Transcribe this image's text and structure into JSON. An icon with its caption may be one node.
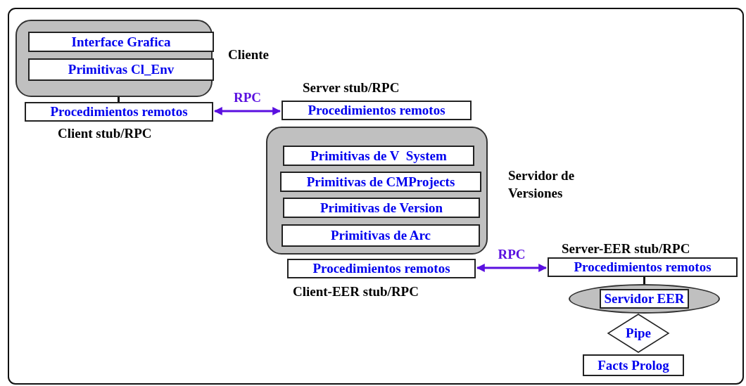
{
  "diagram": {
    "nodes": [
      {
        "text": [
          "Cliente"
        ]
      },
      {
        "text": [
          "Interface Grafica"
        ],
        "in": 0
      },
      {
        "text": [
          "Primitivas Cl_Env"
        ],
        "in": 0
      },
      {
        "text": [
          "Procedimientos remotos"
        ],
        "beside": [
          "Client stub/RPC"
        ]
      },
      {
        "text": [
          "Procedimientos remotos"
        ],
        "beside": [
          "Server stub/RPC"
        ]
      },
      {
        "text": [
          "Servidor de Versiones"
        ]
      },
      {
        "text": [
          "Primitivas de V  System"
        ],
        "in": 5
      },
      {
        "text": [
          "Primitivas de CMProjects"
        ],
        "in": 5
      },
      {
        "text": [
          "Primitivas de Version"
        ],
        "in": 5
      },
      {
        "text": [
          "Primitivas de Arc"
        ],
        "in": 5
      },
      {
        "text": [
          "Procedimientos remotos"
        ],
        "beside": [
          "Client-EER stub/RPC"
        ]
      },
      {
        "text": [
          "Procedimientos remotos"
        ],
        "beside": [
          "Server-EER stub/RPC"
        ]
      },
      {
        "text": [
          "Servidor EER"
        ]
      },
      {
        "text": [
          "Pipe"
        ]
      },
      {
        "text": [
          "Facts Prolog"
        ]
      }
    ],
    "edges": [
      {
        "from": 0,
        "to": 3,
        "arrow": "none"
      },
      {
        "from": 3,
        "to": 4,
        "arrow": "both",
        "label": "RPC",
        "color": "#5a10e0"
      },
      {
        "from": 10,
        "to": 11,
        "arrow": "both",
        "label": "RPC",
        "color": "#5a10e0"
      },
      {
        "from": 11,
        "to": 12,
        "arrow": "none"
      }
    ]
  }
}
